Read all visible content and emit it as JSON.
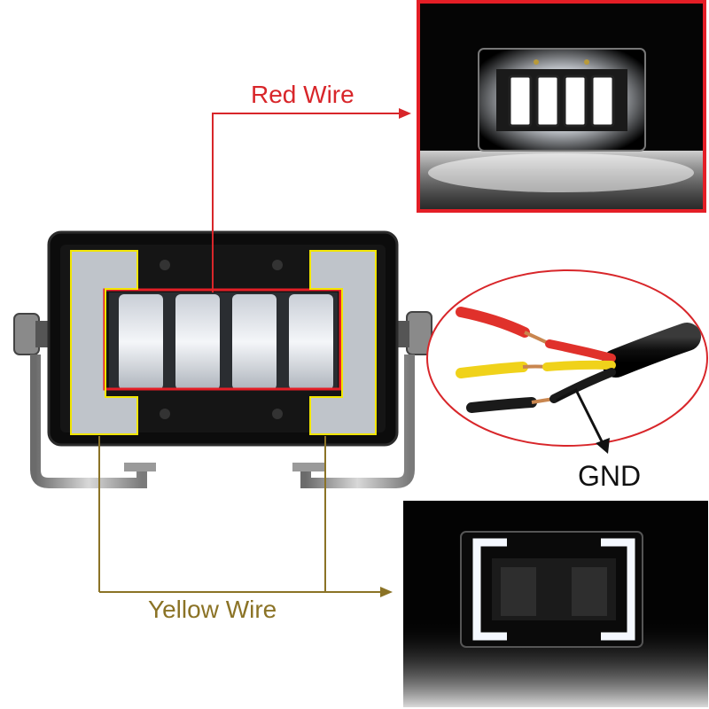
{
  "labels": {
    "red_wire": "Red Wire",
    "yellow_wire": "Yellow Wire",
    "gnd": "GND"
  },
  "colors": {
    "red_wire": "#d8262a",
    "yellow_wire": "#8b7326",
    "outline_red": "#e41e26",
    "outline_yellow": "#f2e600",
    "gnd_text": "#111111",
    "wire_red": "#e0312b",
    "wire_yellow": "#f0d21a",
    "wire_black": "#1a1a1a",
    "copper": "#c9864f"
  }
}
